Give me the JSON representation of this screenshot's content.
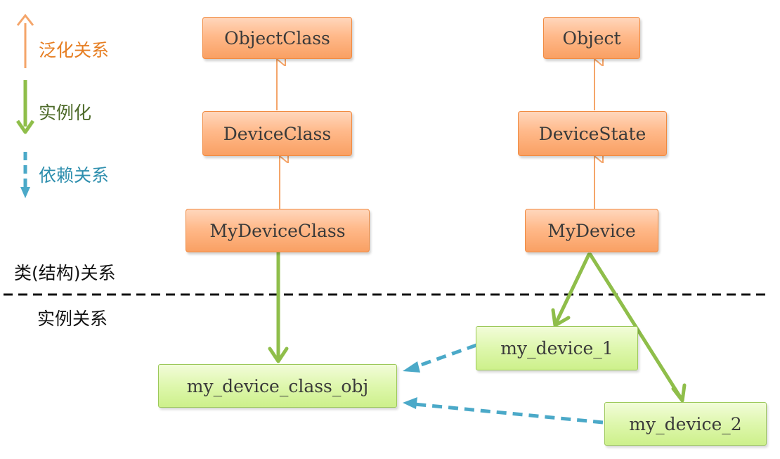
{
  "colors": {
    "generalization": "#f4a56a",
    "instantiation": "#8fbe4a",
    "dependency": "#4ba9c8",
    "generalization_text": "#e67e22",
    "instantiation_text": "#4e6b2a",
    "dependency_text": "#2f8fae",
    "separator": "#111111"
  },
  "legend": {
    "generalization": {
      "label": "泛化关系",
      "icon": "up-arrow-icon"
    },
    "instantiation": {
      "label": "实例化",
      "icon": "down-arrow-icon"
    },
    "dependency": {
      "label": "依赖关系",
      "icon": "dashed-down-arrow-icon"
    }
  },
  "sections": {
    "class_relation": "类(结构)关系",
    "instance_relation": "实例关系"
  },
  "classes": {
    "object_class": "ObjectClass",
    "device_class": "DeviceClass",
    "my_device_class": "MyDeviceClass",
    "object": "Object",
    "device_state": "DeviceState",
    "my_device": "MyDevice"
  },
  "instances": {
    "my_device_class_obj": "my_device_class_obj",
    "my_device_1": "my_device_1",
    "my_device_2": "my_device_2"
  }
}
